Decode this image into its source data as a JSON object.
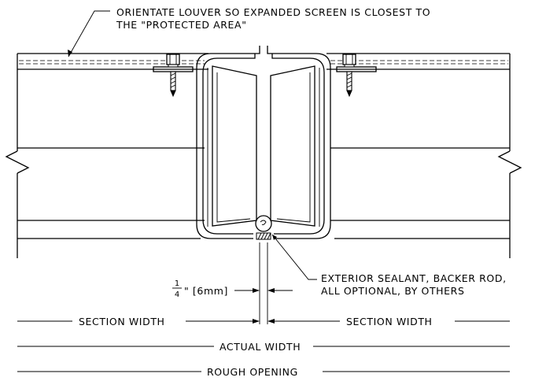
{
  "notes": {
    "orientation_line1": "ORIENTATE LOUVER SO EXPANDED SCREEN IS CLOSEST TO",
    "orientation_line2": "THE \"PROTECTED AREA\"",
    "sealant_line1": "EXTERIOR SEALANT, BACKER ROD,",
    "sealant_line2": "ALL OPTIONAL, BY OTHERS"
  },
  "dimensions": {
    "gap_numerator": "1",
    "gap_denominator": "4",
    "gap_rest": "\" [6mm]",
    "section_width_left": "SECTION WIDTH",
    "section_width_right": "SECTION WIDTH",
    "actual_width": "ACTUAL WIDTH",
    "rough_opening": "ROUGH OPENING"
  }
}
